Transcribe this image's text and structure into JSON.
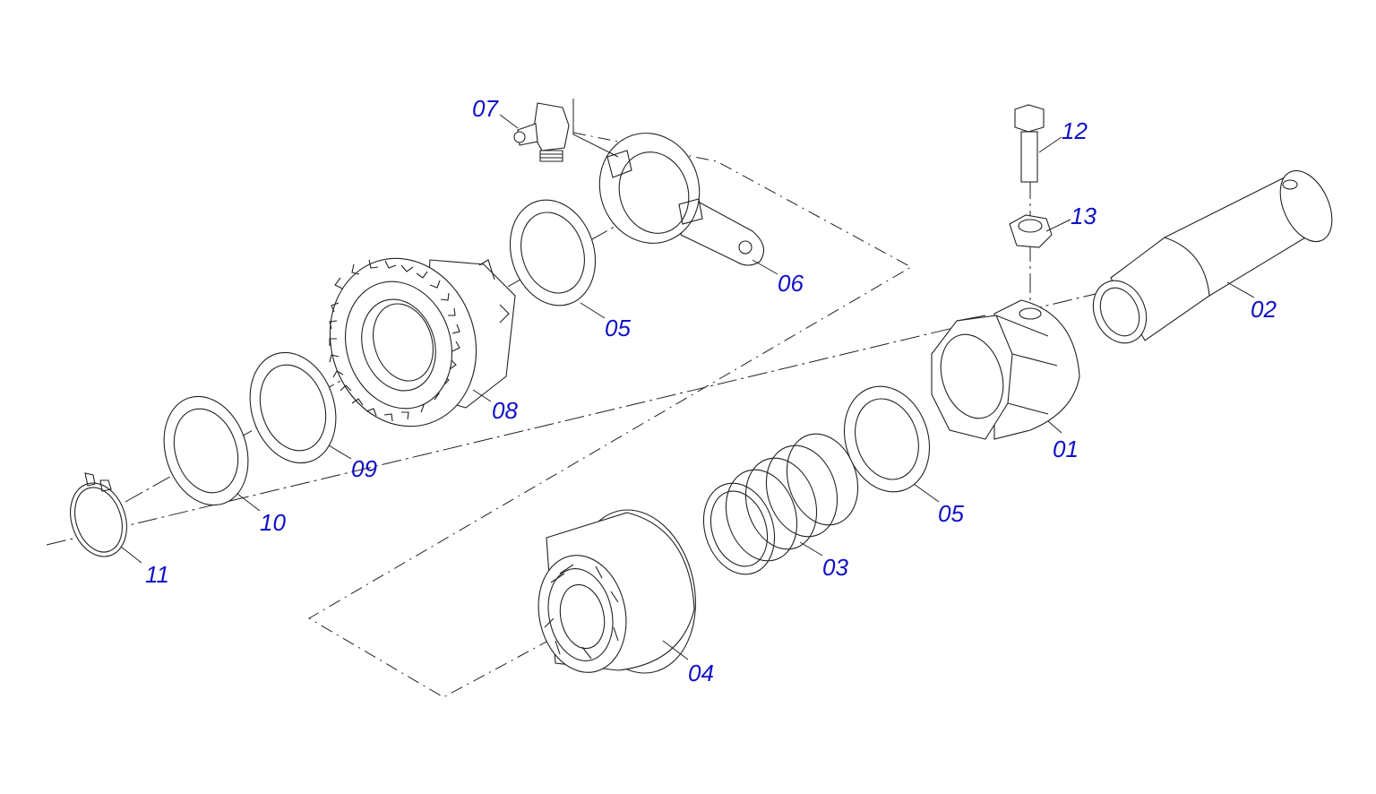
{
  "labels": {
    "p01": "01",
    "p02": "02",
    "p03": "03",
    "p04": "04",
    "p05a": "05",
    "p05b": "05",
    "p06": "06",
    "p07": "07",
    "p08": "08",
    "p09": "09",
    "p10": "10",
    "p11": "11",
    "p12": "12",
    "p13": "13"
  },
  "colors": {
    "label": "#1010c8",
    "line": "#222222",
    "background": "#ffffff"
  }
}
